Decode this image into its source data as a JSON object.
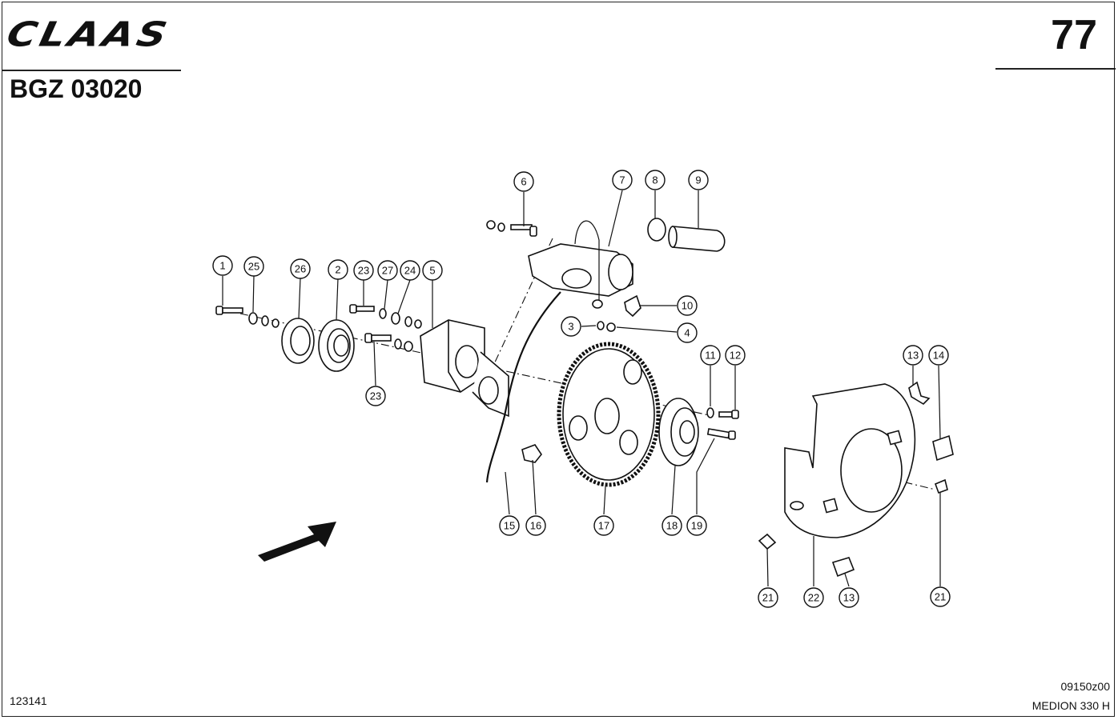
{
  "header": {
    "brand": "CLAAS",
    "page_number": "77",
    "group_code": "BGZ 03020"
  },
  "footer": {
    "drawing_ref": "123141",
    "image_ref": "09150z00",
    "model": "MEDION 330 H"
  },
  "callouts": [
    "1",
    "25",
    "26",
    "2",
    "23",
    "27",
    "24",
    "5",
    "6",
    "7",
    "8",
    "9",
    "10",
    "3",
    "4",
    "23",
    "11",
    "12",
    "13",
    "14",
    "15",
    "16",
    "17",
    "18",
    "19",
    "21",
    "22",
    "13",
    "21"
  ]
}
